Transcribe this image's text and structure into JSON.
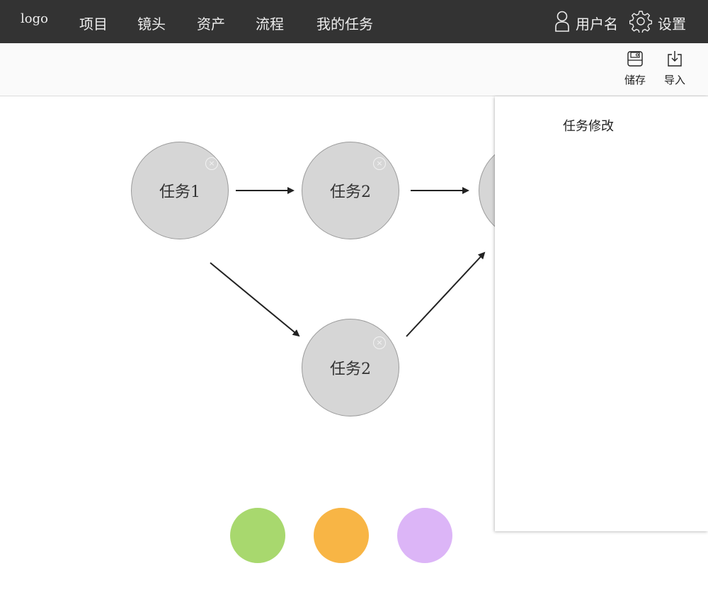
{
  "header": {
    "logo": "logo",
    "nav": [
      {
        "label": "项目"
      },
      {
        "label": "镜头"
      },
      {
        "label": "资产"
      },
      {
        "label": "流程"
      },
      {
        "label": "我的任务"
      }
    ],
    "user": {
      "label": "用户名",
      "icon": "user-icon"
    },
    "settings": {
      "label": "设置",
      "icon": "gear-icon"
    }
  },
  "toolbar": {
    "save": {
      "label": "储存",
      "icon": "save-icon"
    },
    "import": {
      "label": "导入",
      "icon": "import-icon"
    }
  },
  "nodes": [
    {
      "label": "任务1"
    },
    {
      "label": "任务2"
    },
    {
      "label": "任务2"
    },
    {
      "label": ""
    }
  ],
  "node_close_glyph": "×",
  "swatches": [
    "#a8d86e",
    "#f8b545",
    "#dcb5f7"
  ],
  "panel": {
    "title": "任务修改"
  },
  "colors": {
    "topbar": "#333333",
    "node_fill": "#d6d6d6",
    "edge": "#222222"
  }
}
